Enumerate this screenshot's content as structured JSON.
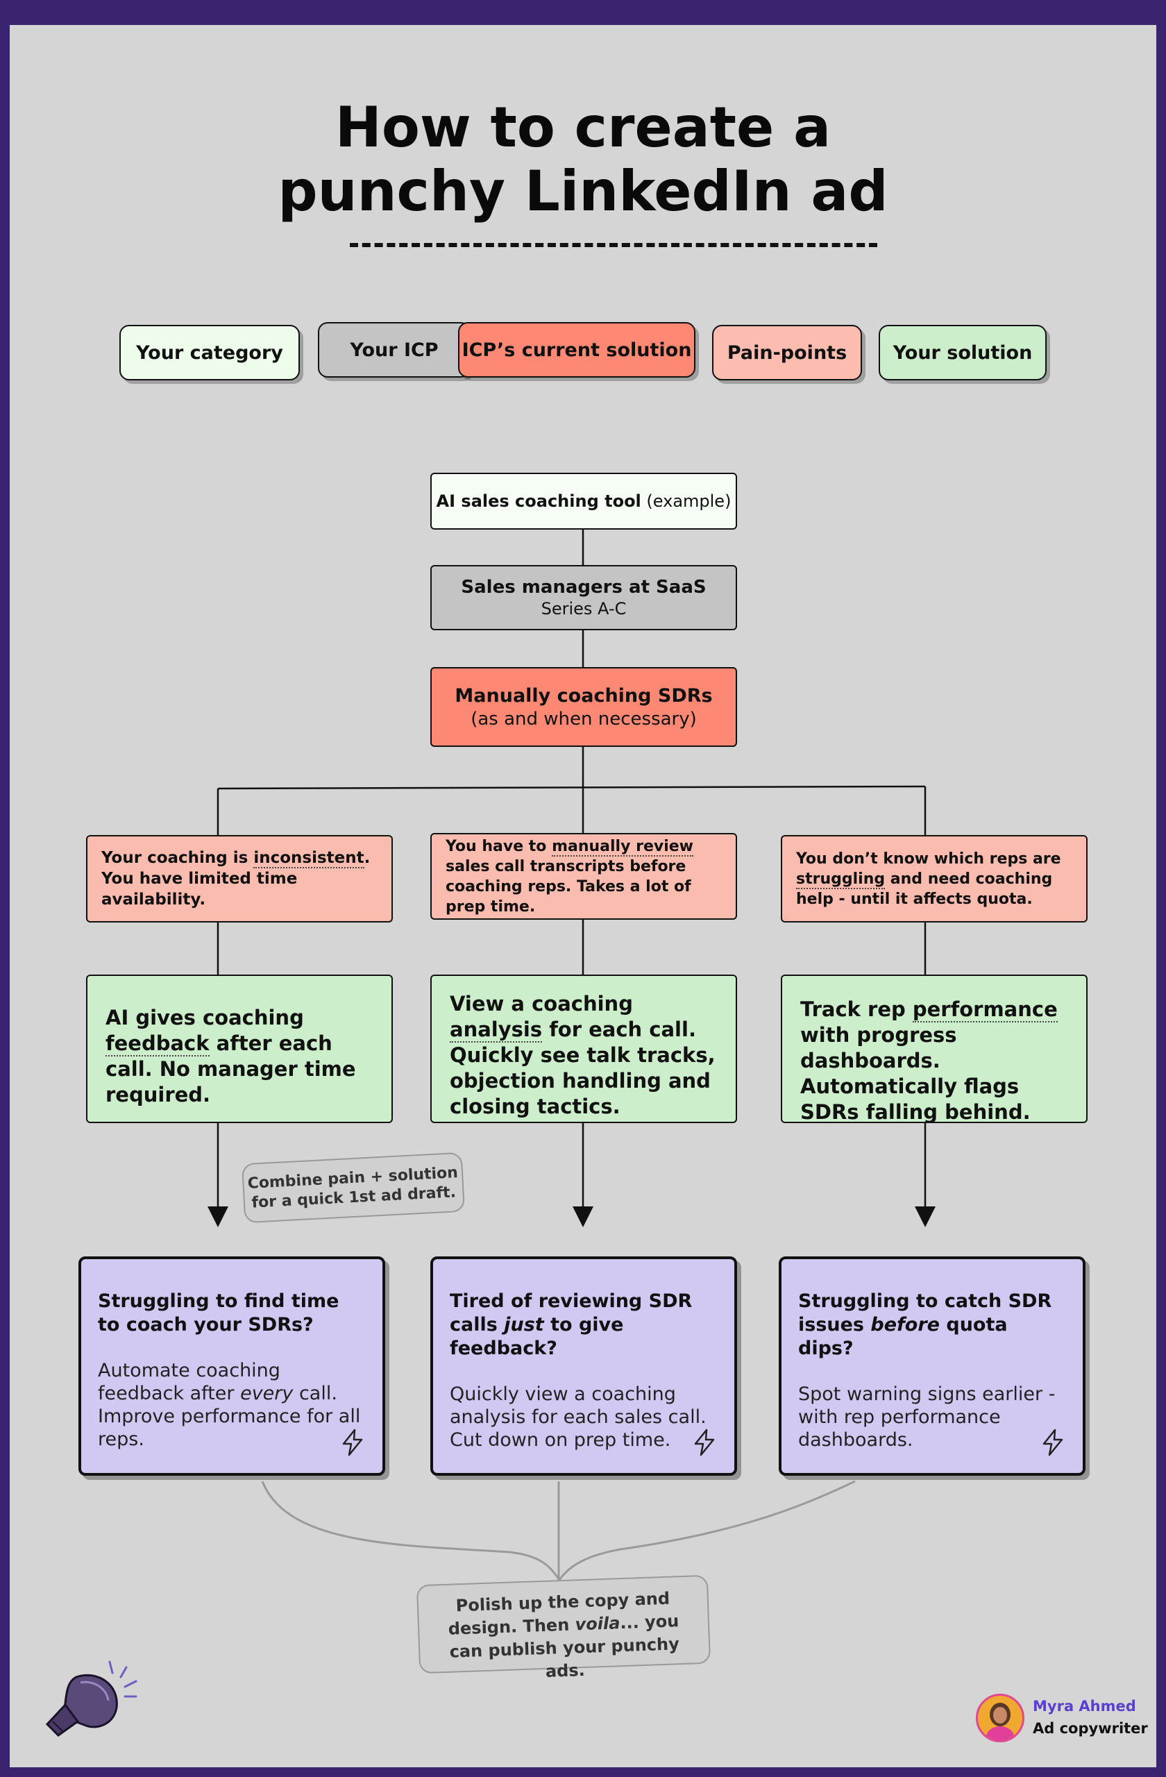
{
  "title": {
    "line1": "How to create a",
    "line2": "punchy LinkedIn ad"
  },
  "legend": [
    {
      "label": "Your category",
      "color": "#eefcec"
    },
    {
      "label": "Your ICP",
      "color": "#c4c4c4"
    },
    {
      "label": "ICP’s current solution",
      "color": "#fd8974"
    },
    {
      "label": "Pain-points",
      "color": "#fcbcb0"
    },
    {
      "label": "Your solution",
      "color": "#cdeecb"
    }
  ],
  "category": {
    "bold": "AI sales coaching tool",
    "rest": " (example)"
  },
  "icp": {
    "line1": "Sales managers at SaaS",
    "line2": "Series A-C"
  },
  "current_solution": {
    "line1": "Manually coaching SDRs",
    "line2": "(as and when necessary)"
  },
  "pain_points": [
    {
      "pre": "Your coaching is ",
      "u": "inconsistent",
      "post": ". You have limited time availability."
    },
    {
      "pre": "You have to ",
      "u": "manually review",
      "post": " sales call transcripts before coaching reps. Takes a lot of prep time."
    },
    {
      "pre": "You don’t know which reps are ",
      "u": "struggling",
      "post": " and need coaching help - until it affects quota."
    }
  ],
  "solutions": [
    {
      "pre": "AI gives coaching ",
      "u": "feedback",
      "post": " after each call. No manager time required."
    },
    {
      "pre": "View a coaching ",
      "u": "analysis",
      "post": " for each call. Quickly see talk tracks, objection handling and closing tactics."
    },
    {
      "pre": "Track rep ",
      "u": "performance",
      "post": " with progress dashboards. Automatically flags SDRs falling behind."
    }
  ],
  "combine_note": {
    "line1": "Combine pain + solution",
    "line2": "for a quick 1st ad draft."
  },
  "ads": [
    {
      "headline_a": "Struggling to find time to coach your SDRs?",
      "headline_em": "",
      "headline_b": "",
      "body_a": "Automate coaching feedback after ",
      "body_em": "every",
      "body_b": " call. Improve performance for all reps."
    },
    {
      "headline_a": "Tired of reviewing SDR calls ",
      "headline_em": "just",
      "headline_b": " to give feedback?",
      "body_a": "Quickly view a coaching analysis for each sales call. Cut down on prep time.",
      "body_em": "",
      "body_b": ""
    },
    {
      "headline_a": "Struggling to catch SDR issues ",
      "headline_em": "before",
      "headline_b": " quota dips?",
      "body_a": "Spot warning signs earlier - with rep performance dashboards.",
      "body_em": "",
      "body_b": ""
    }
  ],
  "final_note": {
    "a": "Polish up the copy and design. Then ",
    "em": "voila",
    "b": "... you can publish your punchy ads."
  },
  "author": {
    "name": "Myra Ahmed",
    "role": "Ad copywriter"
  },
  "icons": [
    "boxing-glove-icon",
    "lightning-bolt-icon",
    "avatar"
  ]
}
